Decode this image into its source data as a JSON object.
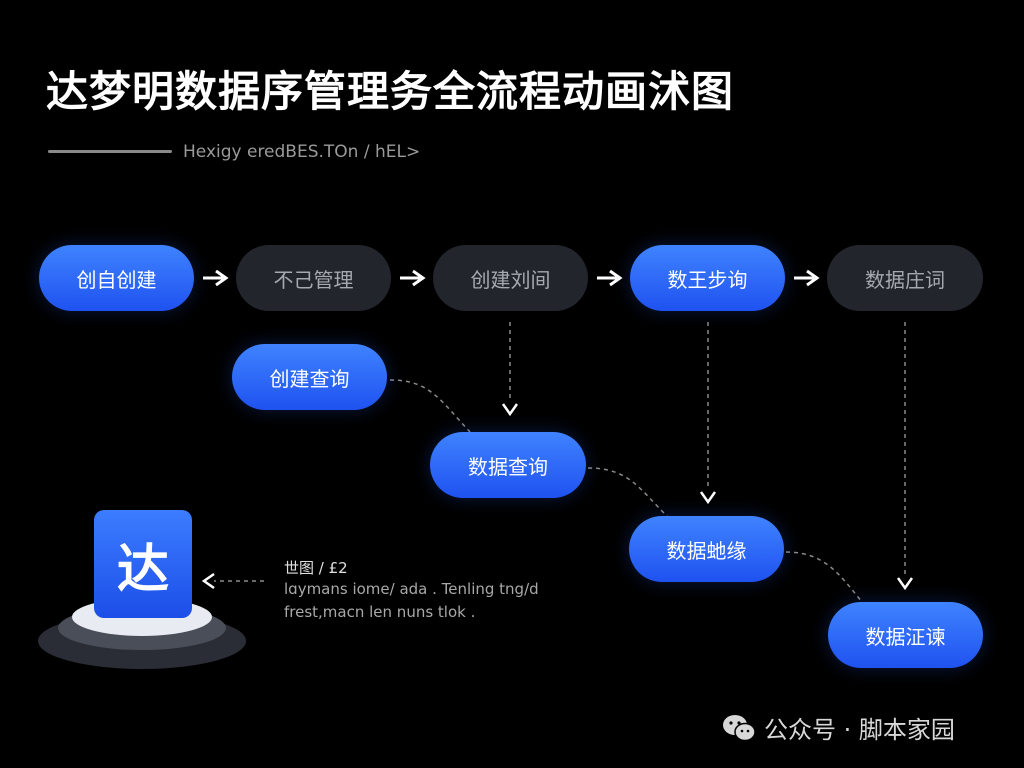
{
  "title": "达梦明数据序管理务全流程动画沭图",
  "subtitle": "Hexigy eredBES.TOn / hEL>",
  "nodes": {
    "n1": "创自创建",
    "n2": "不己管理",
    "n3": "创建刘间",
    "n4": "数王步询",
    "n5": "数据庄词",
    "n6": "创建查询",
    "n7": "数据查询",
    "n8": "数据虵缘",
    "n9": "数据泟谏"
  },
  "badge": {
    "char": "达"
  },
  "note": {
    "title": "世图 / £2",
    "line1": "lɑymans iome/ ada . Tenling tng/d",
    "line2": "frest,macn len nuns tlok ."
  },
  "watermark": {
    "label": "公众号 · 脚本家园"
  },
  "colors": {
    "background": "#000000",
    "accent_blue": "#2f6bff",
    "inactive_gray": "#22252c",
    "arrow_white": "#ffffff"
  }
}
